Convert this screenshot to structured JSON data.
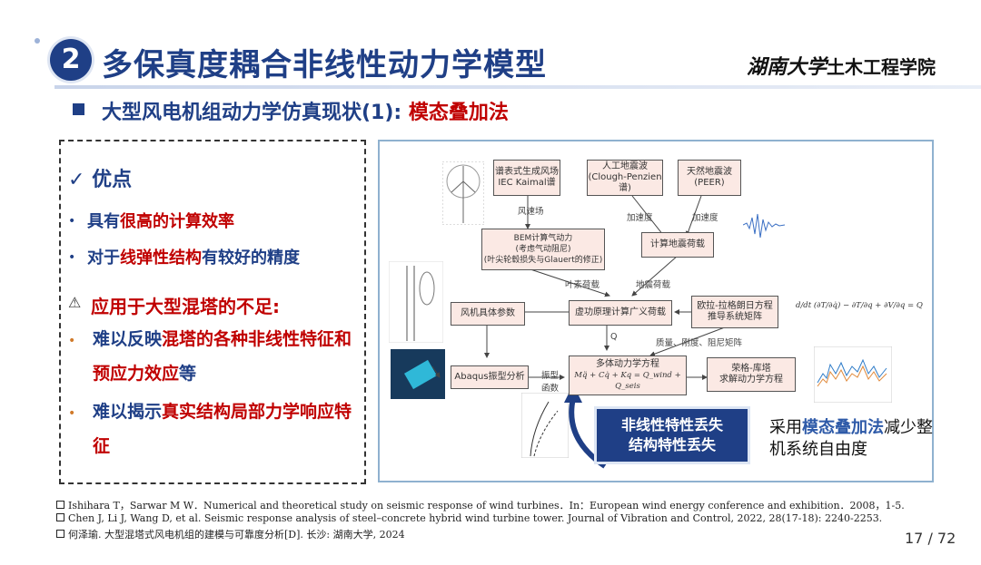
{
  "header": {
    "section_number": "2",
    "title": "多保真度耦合非线性动力学模型",
    "university_logo_text": "湖南大学",
    "college": "土木工程学院"
  },
  "subtitle": {
    "prefix": "大型风电机组动力学仿真现状(1): ",
    "highlight": "模态叠加法"
  },
  "advantages": {
    "title": "优点",
    "check_icon": "✓",
    "items": [
      {
        "pre": "具有",
        "red": "很高的计算效率",
        "post": ""
      },
      {
        "pre": "对于",
        "red": "线弹性结构",
        "post": "有较好的精度"
      }
    ]
  },
  "disadvantages": {
    "title": "应用于大型混塔的不足:",
    "warn_icon": "⚠",
    "items": [
      {
        "pre": "难以反映",
        "red": "混塔的各种非线性特征和预应力效应",
        "post": "等"
      },
      {
        "pre": "难以揭示",
        "red": "真实结构局部力学响应特征",
        "post": ""
      }
    ]
  },
  "flowchart": {
    "boxes": {
      "kaimal": "谱表式生成风场\nIEC Kaimal谱",
      "artificial": "人工地震波\n(Clough-Penzien谱)",
      "natural": "天然地震波\n(PEER)",
      "bem": "BEM计算气动力\n(考虑气动阻尼)\n(叶尖轮毂损失与Glauert的修正)",
      "seismic": "计算地震荷载",
      "params": "风机具体参数",
      "virtual": "虚功原理计算广义荷载",
      "lagrange": "欧拉-拉格朗日方程\n推导系统矩阵",
      "abaqus": "Abaqus振型分析",
      "multibody": "多体动力学方程",
      "solve": "荣格-库塔\n求解动力学方程"
    },
    "labels": {
      "wind_field": "风速场",
      "accel1": "加速度",
      "accel2": "加速度",
      "blade_load": "叶素荷载",
      "seismic_load": "地震荷载",
      "q": "Q",
      "matrices": "质量、刚度、阻尼矩阵",
      "mode_fn": "振型\n函数"
    },
    "equation": "Mq̈ + Cq̇ + Kq = Q_wind + Q_seis",
    "lagrange_eq": "d/dt (∂T/∂q̇) − ∂T/∂q + ∂V/∂q = Q"
  },
  "callout": {
    "line1": "非线性特性丢失",
    "line2": "结构特性丢失"
  },
  "note": {
    "pre": "采用",
    "highlight": "模态叠加法",
    "post": "减少整机系统自由度"
  },
  "references": [
    "Ishihara T，Sarwar M W．Numerical and theoretical study on seismic response of wind turbines．In：European wind energy conference and exhibition．2008，1-5.",
    "Chen J, Li J, Wang D, et al. Seismic response analysis of steel–concrete hybrid wind turbine tower. Journal of Vibration and Control, 2022, 28(17-18): 2240-2253.",
    "何泽瑜. 大型混塔式风电机组的建模与可靠度分析[D]. 长沙: 湖南大学, 2024"
  ],
  "page": {
    "current": "17",
    "total": "72",
    "label": "17 / 72"
  },
  "colors": {
    "primary": "#1f3f86",
    "accent_red": "#c00000",
    "box_fill": "#fbe9e4",
    "frame": "#8fb1cf"
  }
}
